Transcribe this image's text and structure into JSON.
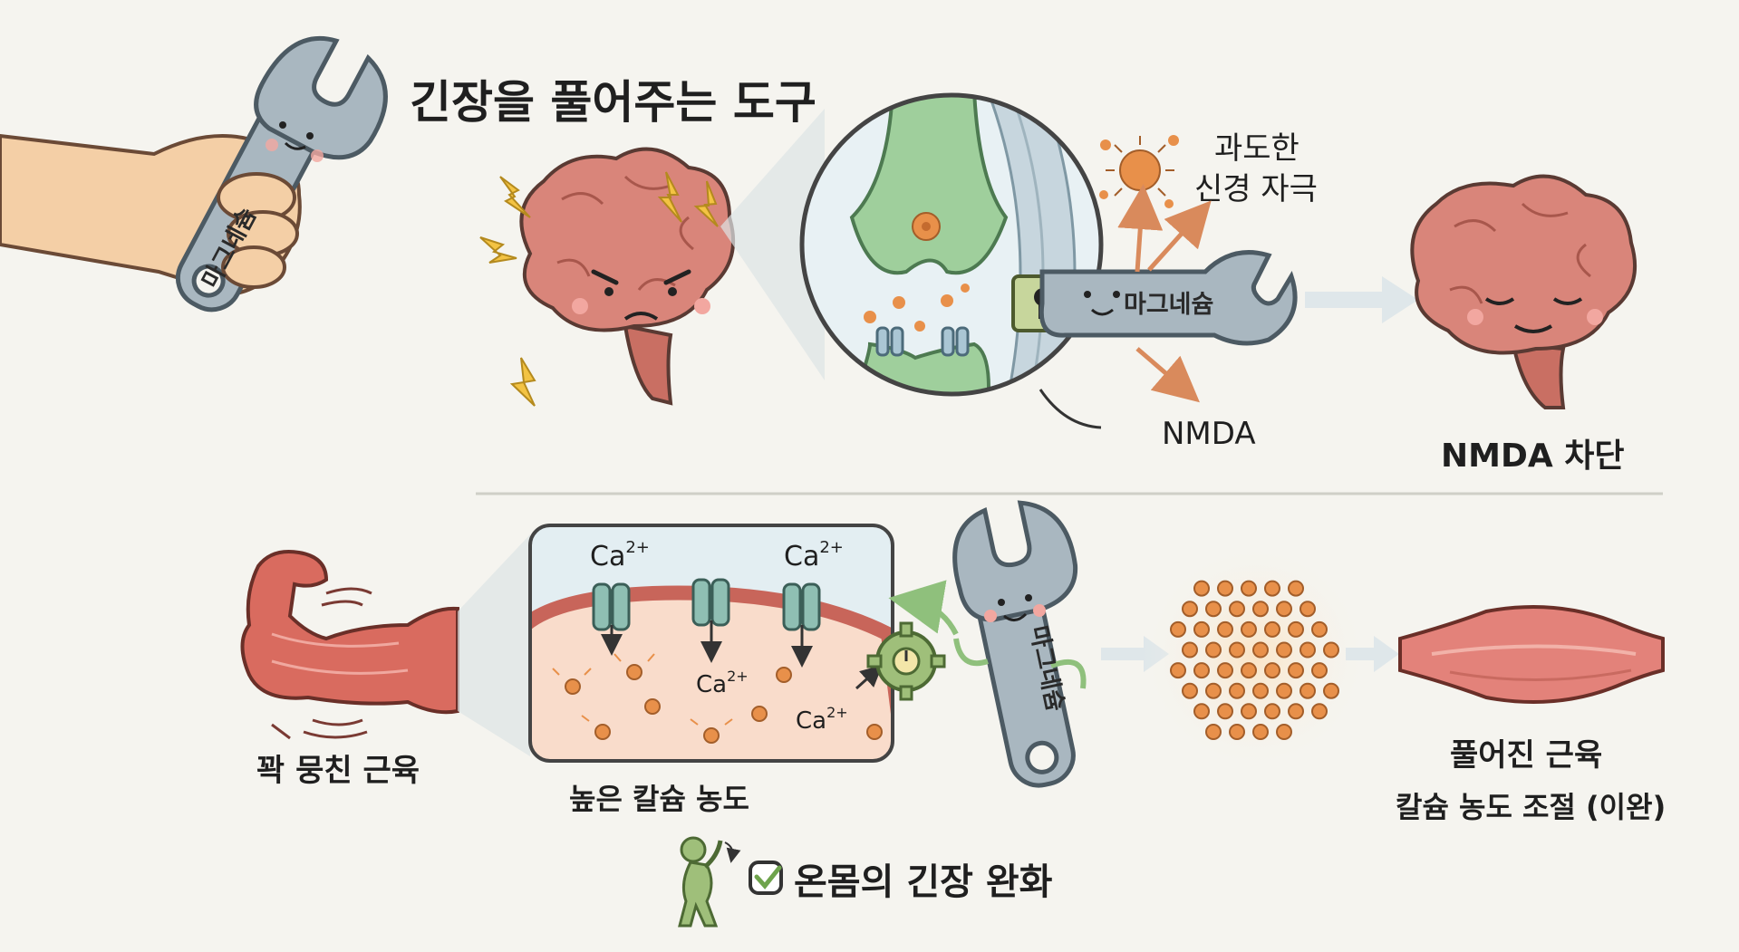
{
  "title": "긴장을 풀어주는 도구",
  "wrench_label": "마그네슘",
  "top": {
    "stimulus_label_line1": "과도한",
    "stimulus_label_line2": "신경 자극",
    "receptor_label": "NMDA",
    "result_label": "NMDA 차단"
  },
  "bottom": {
    "tense_muscle_label": "꽉 뭉친 근육",
    "high_calcium_label": "높은 칼슘 농도",
    "ion_base": "Ca",
    "ion_charge": "2+",
    "relaxed_label_line1": "풀어진 근육",
    "relaxed_label_line2": "칼슘 농도 조절 (이완)"
  },
  "footer": {
    "summary_label": "온몸의 긴장 완화"
  },
  "colors": {
    "background": "#f5f4ef",
    "brain": "#d9857a",
    "wrench": "#a9b7c0",
    "synapse_green": "#9fcf9c",
    "calcium_dot": "#e8904a",
    "muscle": "#d96b5f",
    "arrow": "#d98a5c",
    "divider": "#cfcfc7"
  }
}
